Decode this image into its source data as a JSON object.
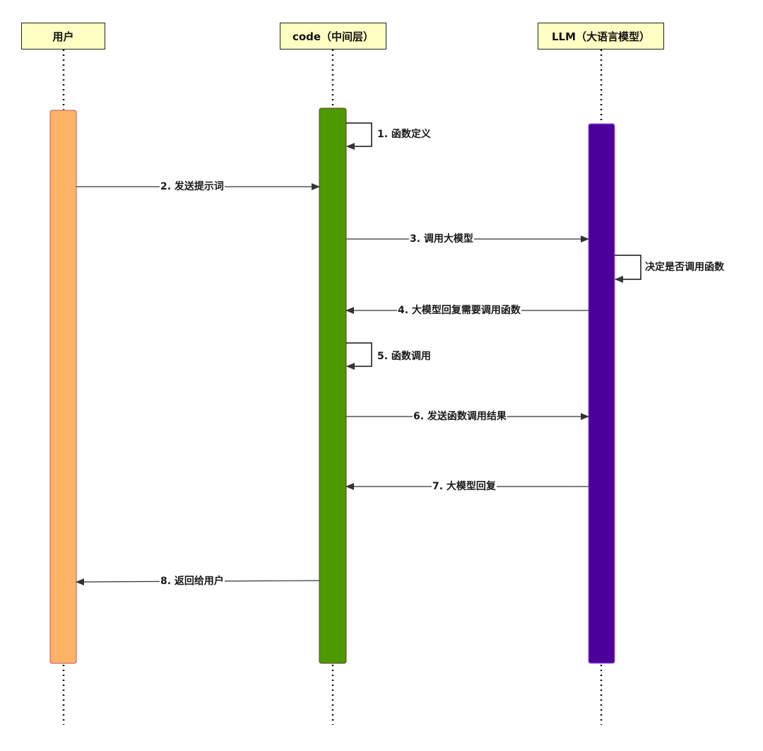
{
  "participants": [
    {
      "id": "user",
      "label": "用户"
    },
    {
      "id": "code",
      "label": "code（中间层）"
    },
    {
      "id": "llm",
      "label": "LLM（大语言模型）"
    }
  ],
  "colors": {
    "actor_box_fill": "#ffffc4",
    "user_activation": "#ffb366",
    "user_activation_border": "#b85450",
    "code_activation": "#4d9900",
    "code_activation_border": "#6b3a1f",
    "llm_activation": "#4c0099",
    "llm_activation_border": "#9966ff",
    "arrow": "#333333"
  },
  "messages": [
    {
      "id": "m1",
      "label": "1. 函数定义",
      "from": "code",
      "to": "code",
      "self": true
    },
    {
      "id": "m2",
      "label": "2. 发送提示词",
      "from": "user",
      "to": "code"
    },
    {
      "id": "m3",
      "label": "3. 调用大模型",
      "from": "code",
      "to": "llm"
    },
    {
      "id": "m3b",
      "label": "决定是否调用函数",
      "from": "llm",
      "to": "llm",
      "self": true
    },
    {
      "id": "m4",
      "label": "4. 大模型回复需要调用函数",
      "from": "llm",
      "to": "code"
    },
    {
      "id": "m5",
      "label": "5. 函数调用",
      "from": "code",
      "to": "code",
      "self": true
    },
    {
      "id": "m6",
      "label": "6. 发送函数调用结果",
      "from": "code",
      "to": "llm"
    },
    {
      "id": "m7",
      "label": "7. 大模型回复",
      "from": "llm",
      "to": "code"
    },
    {
      "id": "m8",
      "label": "8. 返回给用户",
      "from": "code",
      "to": "user"
    }
  ]
}
